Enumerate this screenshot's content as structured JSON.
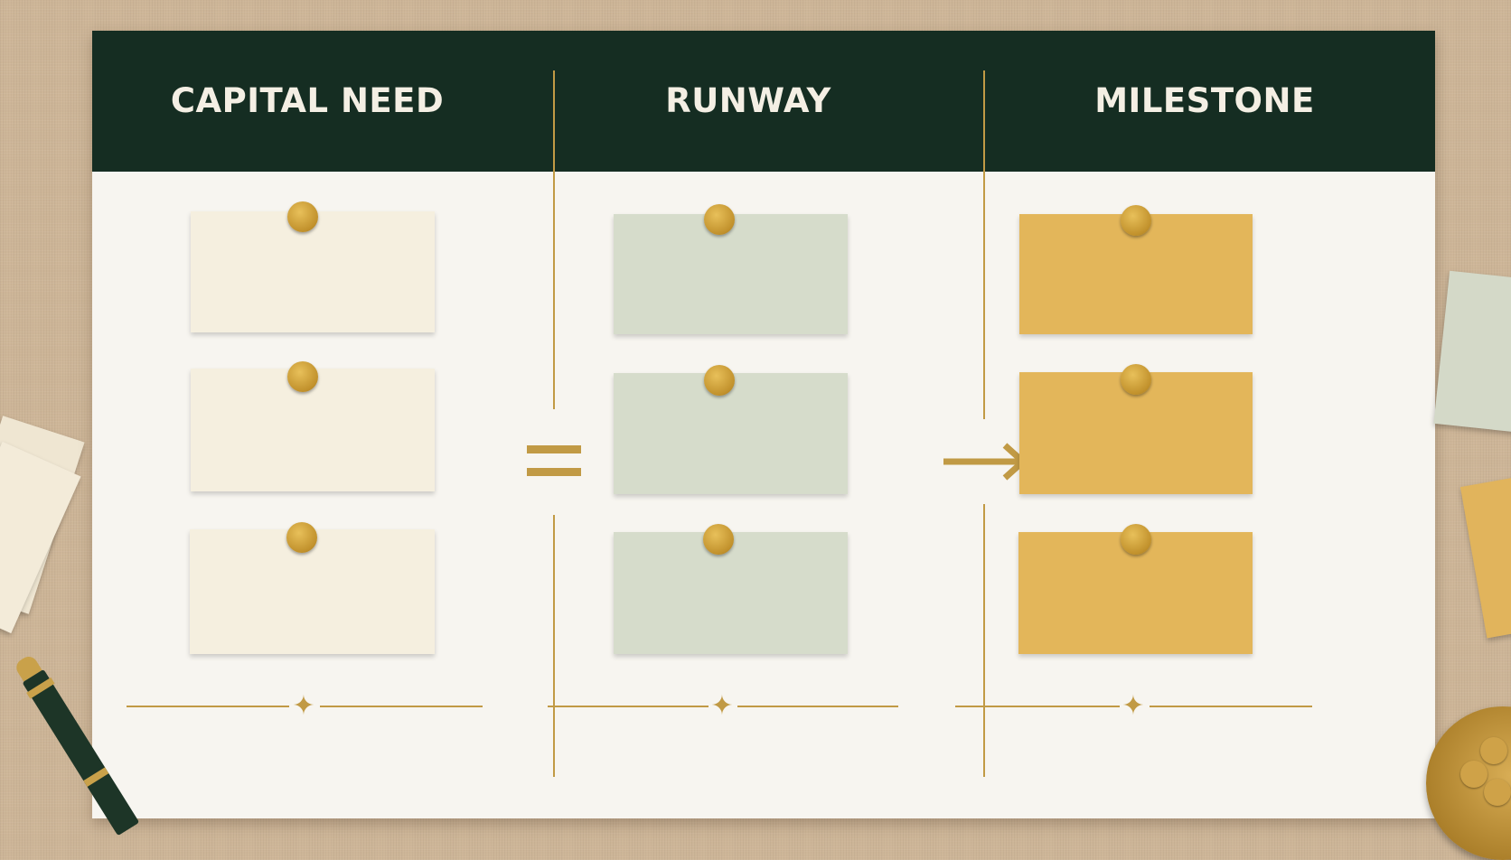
{
  "columns": [
    {
      "title": "CAPITAL NEED",
      "card_color": "#f5efdf"
    },
    {
      "title": "RUNWAY",
      "card_color": "#d6dccb"
    },
    {
      "title": "MILESTONE",
      "card_color": "#e3b65a"
    }
  ],
  "colors": {
    "header": "#152d22",
    "accent_gold": "#c19a45",
    "board": "#f7f5f0",
    "background": "#cdb597"
  },
  "operators": {
    "between_1_2": "equals-icon",
    "between_2_3": "arrow-right-icon"
  },
  "ornaments": {
    "divider_icon": "four-point-star-icon"
  }
}
